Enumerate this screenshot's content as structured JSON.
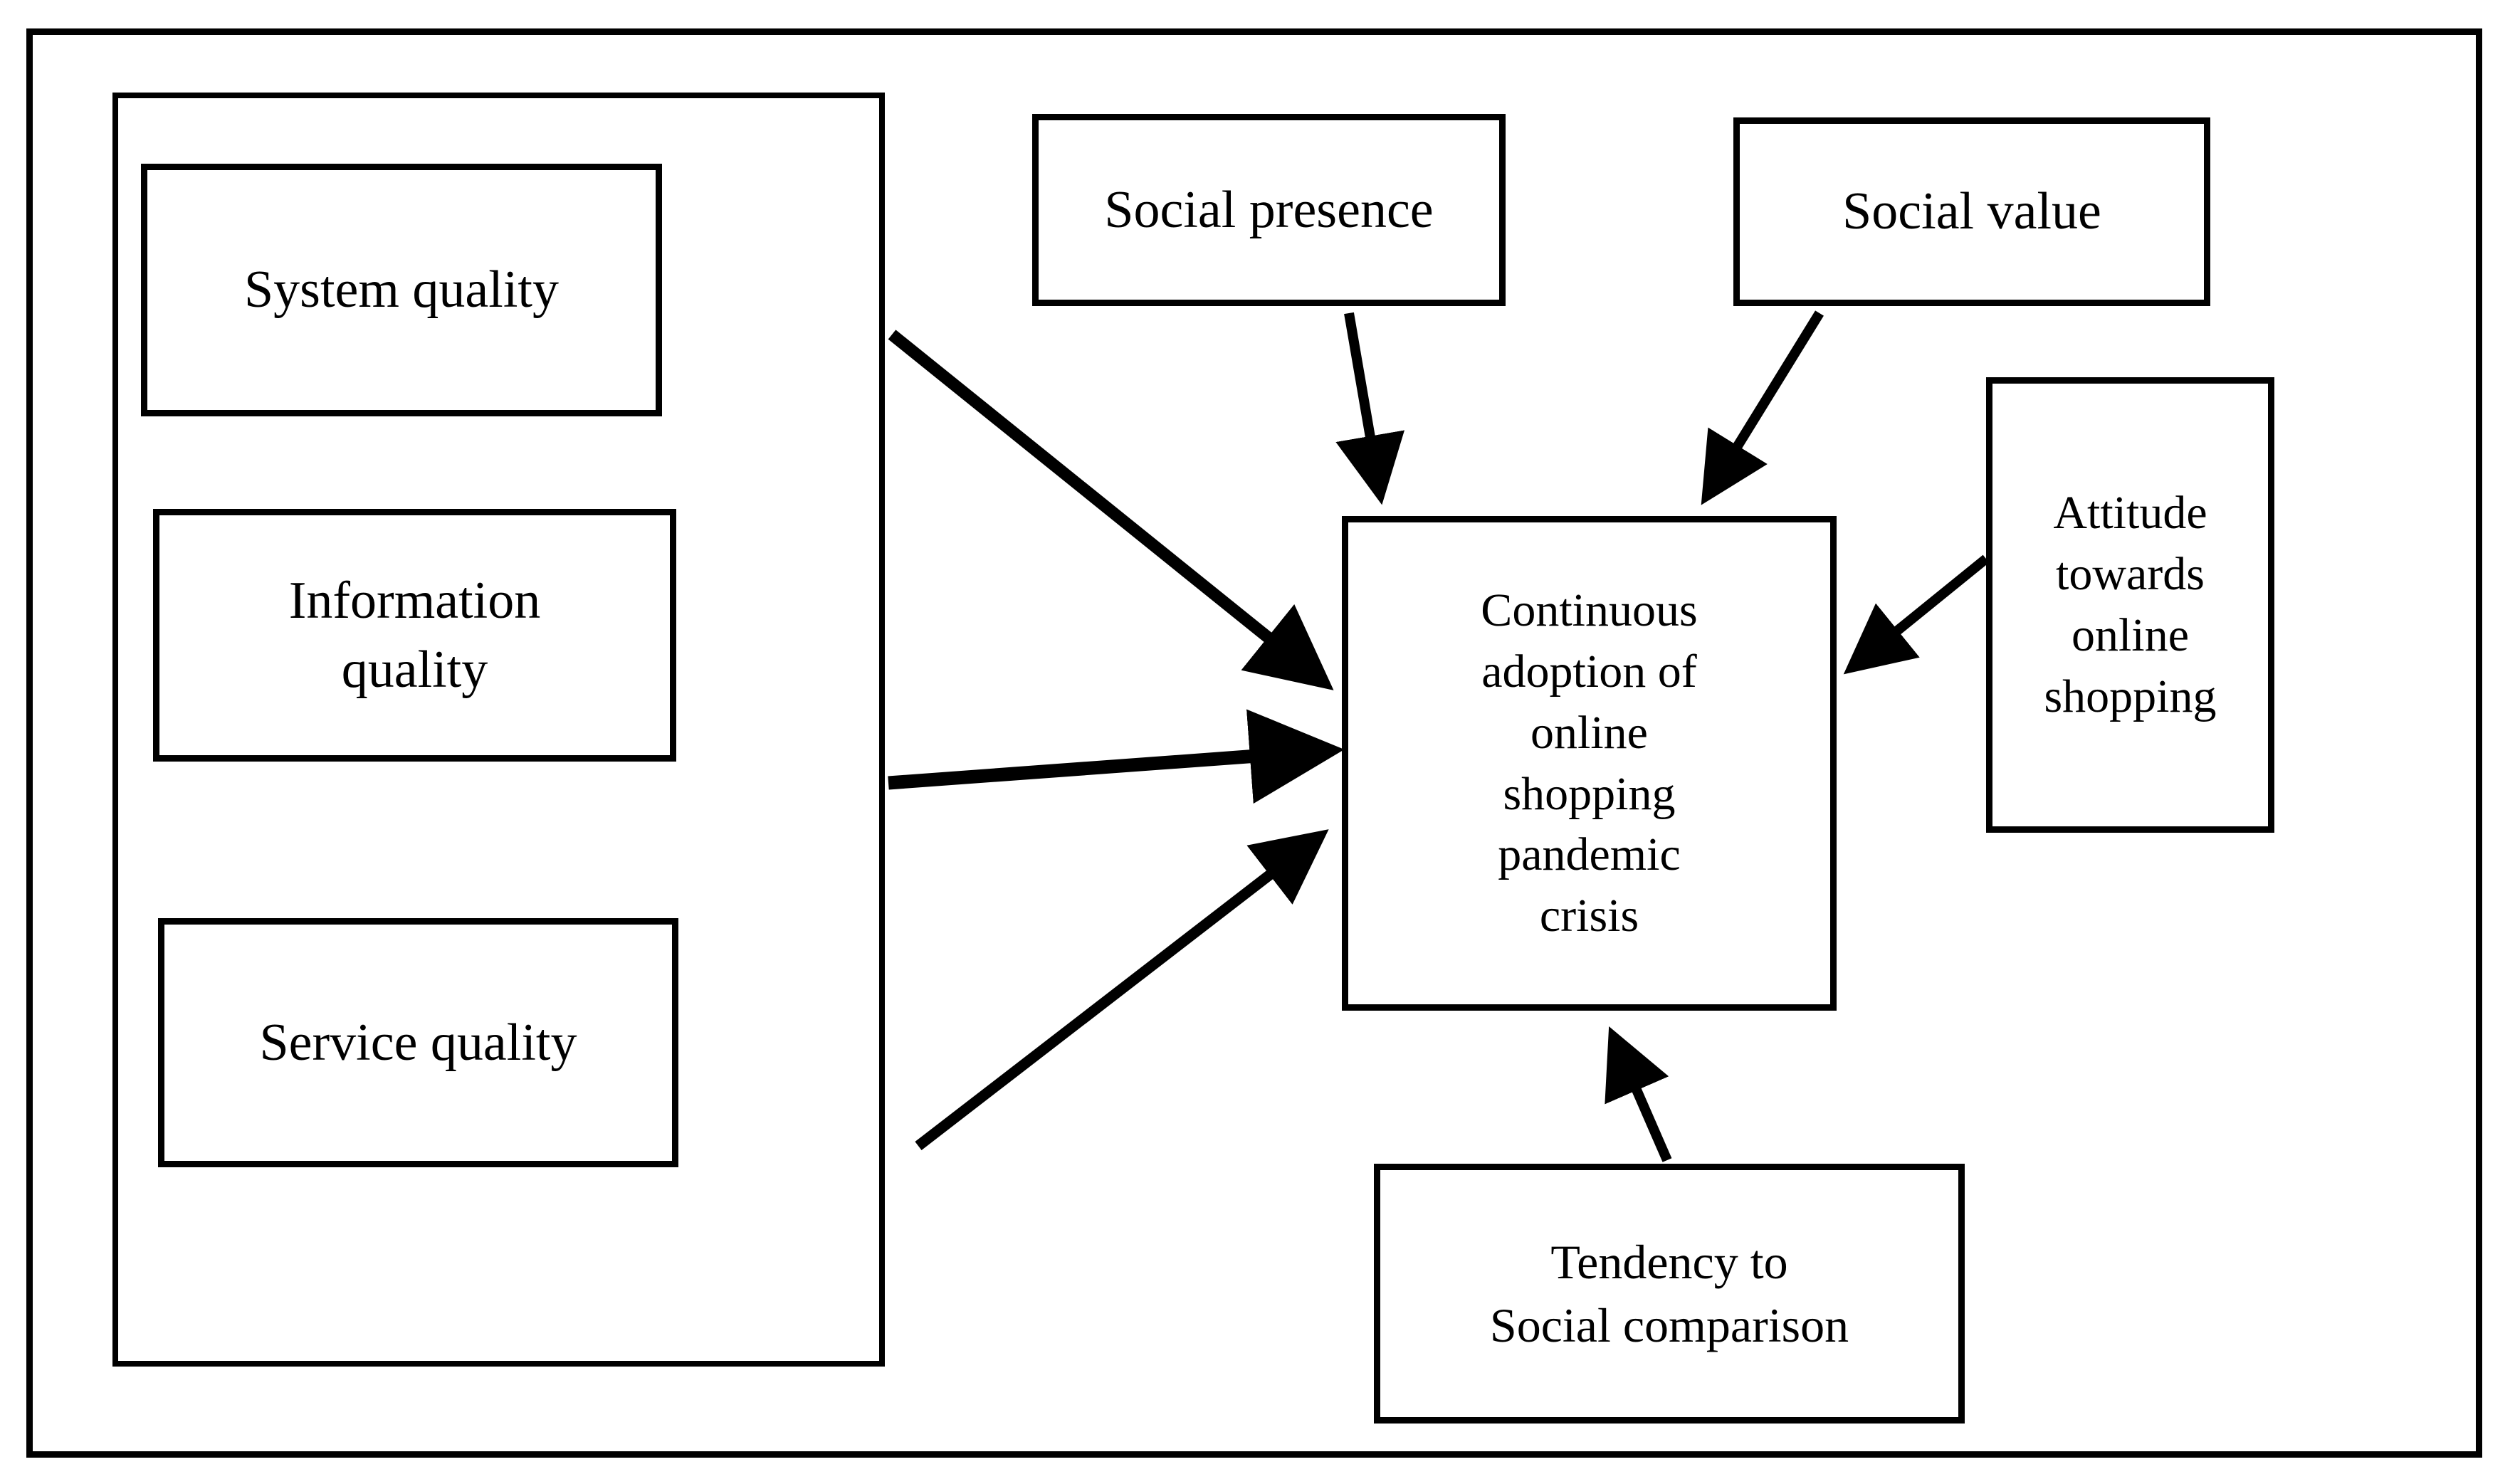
{
  "diagram": {
    "title_present": false,
    "background_color": "#ffffff",
    "line_color": "#000000",
    "nodes": {
      "system_quality": {
        "label": "System quality"
      },
      "information_quality": {
        "label": "Information\nquality"
      },
      "service_quality": {
        "label": "Service quality"
      },
      "social_presence": {
        "label": "Social presence"
      },
      "social_value": {
        "label": "Social value"
      },
      "central_outcome": {
        "label": "Continuous\nadoption of\nonline\nshopping\npandemic\ncrisis"
      },
      "attitude": {
        "label": "Attitude\ntowards\nonline\nshopping"
      },
      "tendency": {
        "label": "Tendency to\nSocial comparison"
      }
    },
    "edges": [
      {
        "id": "system-quality-to-central",
        "from": "system_quality",
        "to": "central_outcome",
        "arrowhead": "target",
        "style": "solid"
      },
      {
        "id": "information-quality-to-central",
        "from": "information_quality",
        "to": "central_outcome",
        "arrowhead": "target",
        "style": "solid"
      },
      {
        "id": "service-quality-to-central",
        "from": "service_quality",
        "to": "central_outcome",
        "arrowhead": "target",
        "style": "solid"
      },
      {
        "id": "social-presence-to-central",
        "from": "social_presence",
        "to": "central_outcome",
        "arrowhead": "target",
        "style": "solid"
      },
      {
        "id": "social-value-to-central",
        "from": "social_value",
        "to": "central_outcome",
        "arrowhead": "target",
        "style": "solid"
      },
      {
        "id": "attitude-to-central",
        "from": "attitude",
        "to": "central_outcome",
        "arrowhead": "target",
        "style": "solid"
      },
      {
        "id": "tendency-to-central",
        "from": "tendency",
        "to": "central_outcome",
        "arrowhead": "target",
        "style": "solid"
      }
    ],
    "groups": [
      {
        "id": "quality-group",
        "label": "",
        "contains": [
          "system_quality",
          "information_quality",
          "service_quality"
        ]
      }
    ]
  }
}
